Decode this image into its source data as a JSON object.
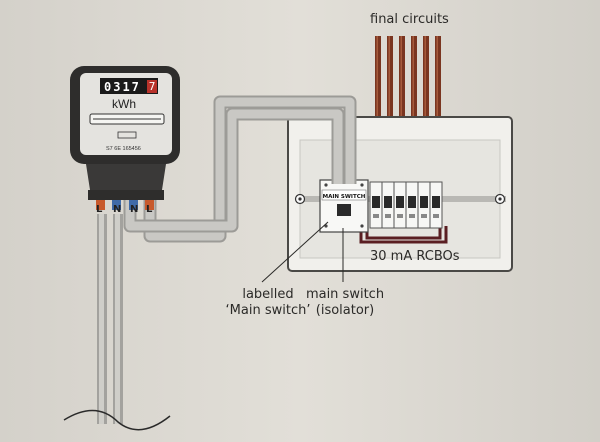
{
  "meter": {
    "reading_digits": "0317",
    "reading_red_digit": "7",
    "unit": "kWh",
    "serial": "S7 6E 165456",
    "terminals": [
      "L",
      "N",
      "N",
      "L"
    ]
  },
  "labels": {
    "final_circuits": "final circuits",
    "rcbos": "30 mA RCBOs",
    "labelled_line1": "labelled",
    "labelled_line2": "‘Main switch’",
    "main_switch_line1": "main switch",
    "main_switch_line2": "(isolator)"
  },
  "switch_label": "MAIN SWITCH",
  "colors": {
    "background": "#dcd9d2",
    "meter_body": "#2e2d2c",
    "cable_grey": "#b5b4b0",
    "brown_wire": "#7a3520",
    "blue_wire": "#3f6aa8",
    "rcbo_loop": "#5a1e22",
    "board": "#ecebe6"
  }
}
